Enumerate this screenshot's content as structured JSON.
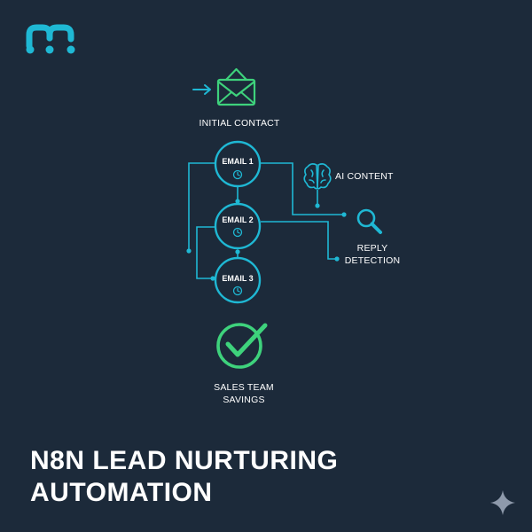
{
  "diagram": {
    "initial_contact": "INITIAL CONTACT",
    "ai_content": "AI CONTENT",
    "reply_detection": [
      "REPLY",
      "DETECTION"
    ],
    "emails": [
      "EMAIL 1",
      "EMAIL 2",
      "EMAIL 3"
    ],
    "sales_savings": [
      "SALES TEAM",
      "SAVINGS"
    ]
  },
  "title_lines": [
    "N8N LEAD NURTURING",
    "AUTOMATION"
  ],
  "colors": {
    "background": "#1c2a3a",
    "accent_cyan": "#1fb8d4",
    "accent_green": "#3ed27c",
    "text": "#ffffff"
  },
  "icons": [
    "n8n-logo-icon",
    "arrow-right-icon",
    "envelope-icon",
    "brain-icon",
    "magnifier-icon",
    "clock-icon",
    "checkmark-icon",
    "sparkle-icon"
  ]
}
